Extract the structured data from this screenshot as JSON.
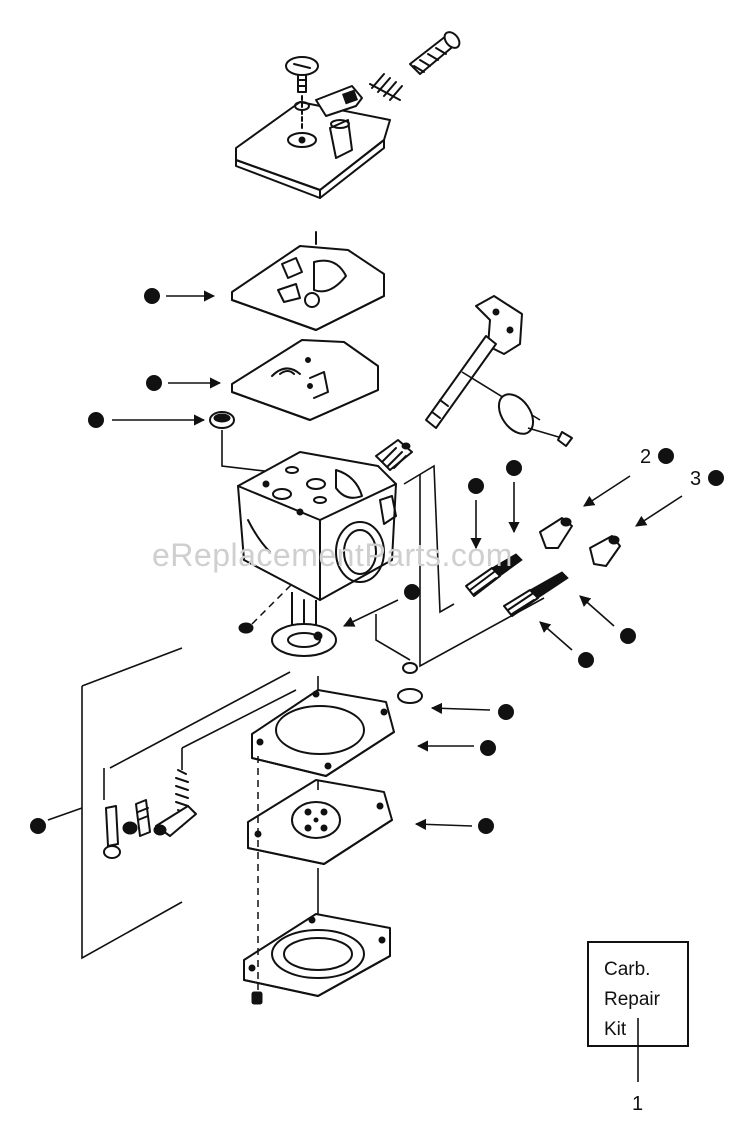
{
  "watermark": "eReplacementParts.com",
  "callouts": {
    "ref_2": "2",
    "ref_3": "3",
    "ref_1": "1"
  },
  "kit_box": {
    "line1": "Carb.",
    "line2": "Repair",
    "line3": "Kit"
  }
}
